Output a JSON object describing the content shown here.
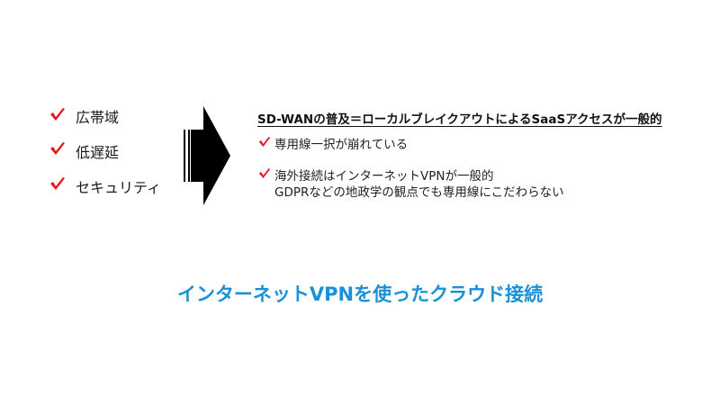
{
  "colors": {
    "check": "#e8151b",
    "arrow": "#000000",
    "footer_title": "#1a90d8",
    "text": "#1a1a1a"
  },
  "left_list": {
    "items": [
      {
        "icon": "check-icon",
        "label": "広帯域"
      },
      {
        "icon": "check-icon",
        "label": "低遅延"
      },
      {
        "icon": "check-icon",
        "label": "セキュリティ"
      }
    ]
  },
  "arrow": {
    "icon": "right-arrow-icon"
  },
  "right_panel": {
    "heading": "SD-WANの普及＝ローカルブレイクアウトによるSaaSアクセスが一般的",
    "bullets": [
      {
        "icon": "check-icon",
        "lines": [
          "専用線一択が崩れている"
        ]
      },
      {
        "icon": "check-icon",
        "lines": [
          "海外接続はインターネットVPNが一般的",
          "GDPRなどの地政学の観点でも専用線にこだわらない"
        ]
      }
    ]
  },
  "footer": {
    "title": "インターネットVPNを使ったクラウド接続"
  }
}
